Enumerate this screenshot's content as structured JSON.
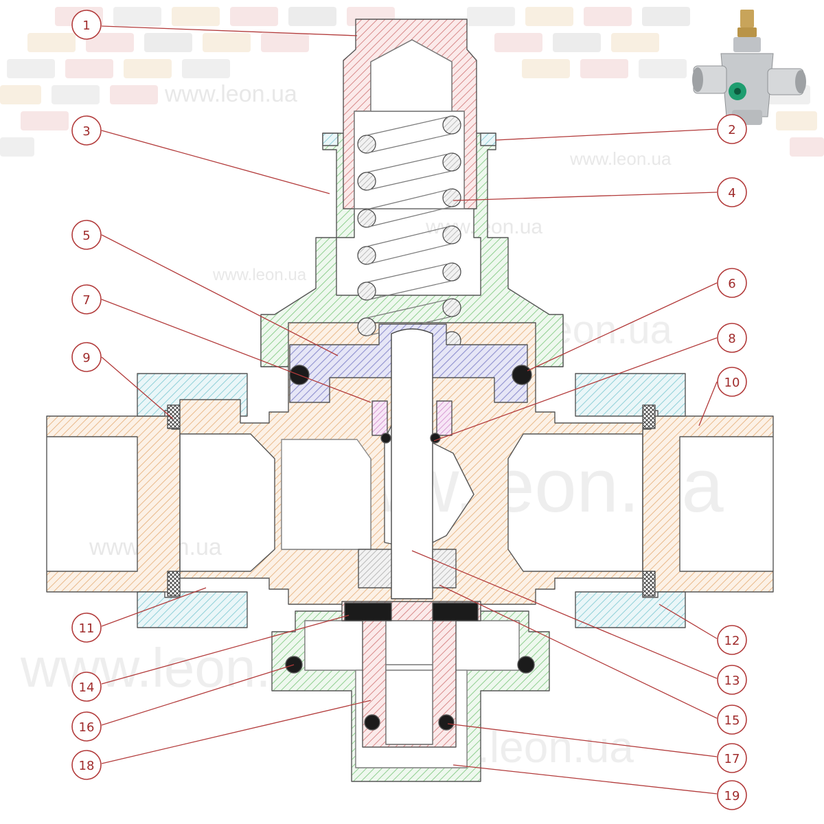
{
  "watermark": "www.leon.ua",
  "colors": {
    "callout": "#b23a3a",
    "hatch_red": "#d88a8a",
    "hatch_green": "#8fcf8f",
    "hatch_blue": "#8f90cf",
    "hatch_cyan": "#8fd0d8",
    "hatch_orange": "#e9b98a",
    "hatch_pink": "#d79ad2",
    "hatch_gray": "#a9a9a9",
    "seal_black": "#1b1b1b"
  },
  "callouts": [
    {
      "id": "1",
      "label": "1"
    },
    {
      "id": "2",
      "label": "2"
    },
    {
      "id": "3",
      "label": "3"
    },
    {
      "id": "4",
      "label": "4"
    },
    {
      "id": "5",
      "label": "5"
    },
    {
      "id": "6",
      "label": "6"
    },
    {
      "id": "7",
      "label": "7"
    },
    {
      "id": "8",
      "label": "8"
    },
    {
      "id": "9",
      "label": "9"
    },
    {
      "id": "10",
      "label": "10"
    },
    {
      "id": "11",
      "label": "11"
    },
    {
      "id": "12",
      "label": "12"
    },
    {
      "id": "13",
      "label": "13"
    },
    {
      "id": "14",
      "label": "14"
    },
    {
      "id": "15",
      "label": "15"
    },
    {
      "id": "16",
      "label": "16"
    },
    {
      "id": "17",
      "label": "17"
    },
    {
      "id": "18",
      "label": "18"
    },
    {
      "id": "19",
      "label": "19"
    }
  ]
}
